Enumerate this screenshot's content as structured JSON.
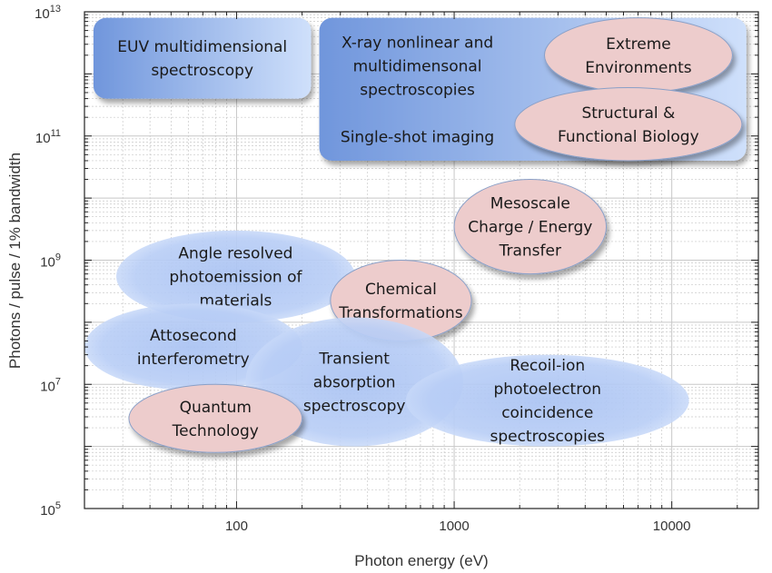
{
  "chart_data": {
    "type": "scatter",
    "title": "",
    "xlabel": "Photon energy (eV)",
    "ylabel": "Photons / pulse / 1% bandwidth",
    "xscale": "log",
    "yscale": "log",
    "xlim": [
      20,
      25000
    ],
    "ylim": [
      100000,
      10000000000000
    ],
    "grid": true,
    "x_ticks": [
      {
        "value": 100,
        "label": "100"
      },
      {
        "value": 1000,
        "label": "1000"
      },
      {
        "value": 10000,
        "label": "10000"
      }
    ],
    "y_ticks": [
      {
        "value": 100000,
        "base": "10",
        "exp": "5"
      },
      {
        "value": 10000000,
        "base": "10",
        "exp": "7"
      },
      {
        "value": 1000000000,
        "base": "10",
        "exp": "9"
      },
      {
        "value": 100000000000,
        "base": "10",
        "exp": "11"
      },
      {
        "value": 10000000000000,
        "base": "10",
        "exp": "13"
      }
    ],
    "regions": [
      {
        "id": "euv",
        "shape": "rect",
        "fill": "blue-gradient",
        "lines": [
          "EUV multidimensional",
          "spectroscopy"
        ],
        "x_range": [
          22,
          220
        ],
        "y_range": [
          400000000000,
          8000000000000
        ]
      },
      {
        "id": "xray",
        "shape": "rect",
        "fill": "blue-gradient",
        "lines": [
          "X-ray nonlinear and",
          "multidimensonal",
          "spectroscopies",
          "",
          "Single-shot imaging"
        ],
        "x_range": [
          240,
          22000
        ],
        "y_range": [
          40000000000,
          8000000000000
        ]
      },
      {
        "id": "extreme",
        "shape": "ellipse",
        "fill": "pink",
        "lines": [
          "Extreme",
          "Environments"
        ],
        "x_range": [
          2600,
          19000
        ],
        "y_range": [
          500000000000,
          8000000000000
        ]
      },
      {
        "id": "biology",
        "shape": "ellipse",
        "fill": "pink",
        "lines": [
          "Structural &",
          "Functional Biology"
        ],
        "x_range": [
          1900,
          21000
        ],
        "y_range": [
          40000000000,
          600000000000
        ]
      },
      {
        "id": "mesoscale",
        "shape": "ellipse",
        "fill": "pink",
        "lines": [
          "Mesoscale",
          "Charge / Energy",
          "Transfer"
        ],
        "x_range": [
          1000,
          5000
        ],
        "y_range": [
          600000000,
          20000000000
        ]
      },
      {
        "id": "arpes",
        "shape": "ellipse",
        "fill": "blue-gradient",
        "lines": [
          "Angle resolved",
          "photoemission of",
          "materials"
        ],
        "x_range": [
          28,
          350
        ],
        "y_range": [
          100000000,
          3000000000
        ]
      },
      {
        "id": "chemical",
        "shape": "ellipse",
        "fill": "pink",
        "lines": [
          "Chemical",
          "Transformations"
        ],
        "x_range": [
          270,
          1200
        ],
        "y_range": [
          50000000,
          1000000000
        ]
      },
      {
        "id": "attosecond",
        "shape": "ellipse",
        "fill": "blue-gradient",
        "lines": [
          "Attosecond",
          "interferometry"
        ],
        "x_range": [
          20,
          200
        ],
        "y_range": [
          8000000,
          200000000
        ]
      },
      {
        "id": "transient",
        "shape": "ellipse",
        "fill": "blue-gradient",
        "lines": [
          "Transient",
          "absorption",
          "spectroscopy"
        ],
        "x_range": [
          110,
          1100
        ],
        "y_range": [
          1000000,
          120000000
        ]
      },
      {
        "id": "recoil",
        "shape": "ellipse",
        "fill": "blue-gradient",
        "lines": [
          "Recoil-ion",
          "photoelectron",
          "coincidence",
          "spectroscopies"
        ],
        "x_range": [
          600,
          12000
        ],
        "y_range": [
          1000000,
          30000000
        ]
      },
      {
        "id": "quantum",
        "shape": "ellipse",
        "fill": "pink",
        "lines": [
          "Quantum",
          "Technology"
        ],
        "x_range": [
          32,
          200
        ],
        "y_range": [
          800000,
          10000000
        ]
      }
    ]
  },
  "colors": {
    "blue_light": "#c2d6f7",
    "blue_dark": "#6f92db",
    "pink_fill": "#edcccc",
    "pink_stroke": "#8aa0c8",
    "grid": "#c8c8c8",
    "axis": "#222222"
  }
}
